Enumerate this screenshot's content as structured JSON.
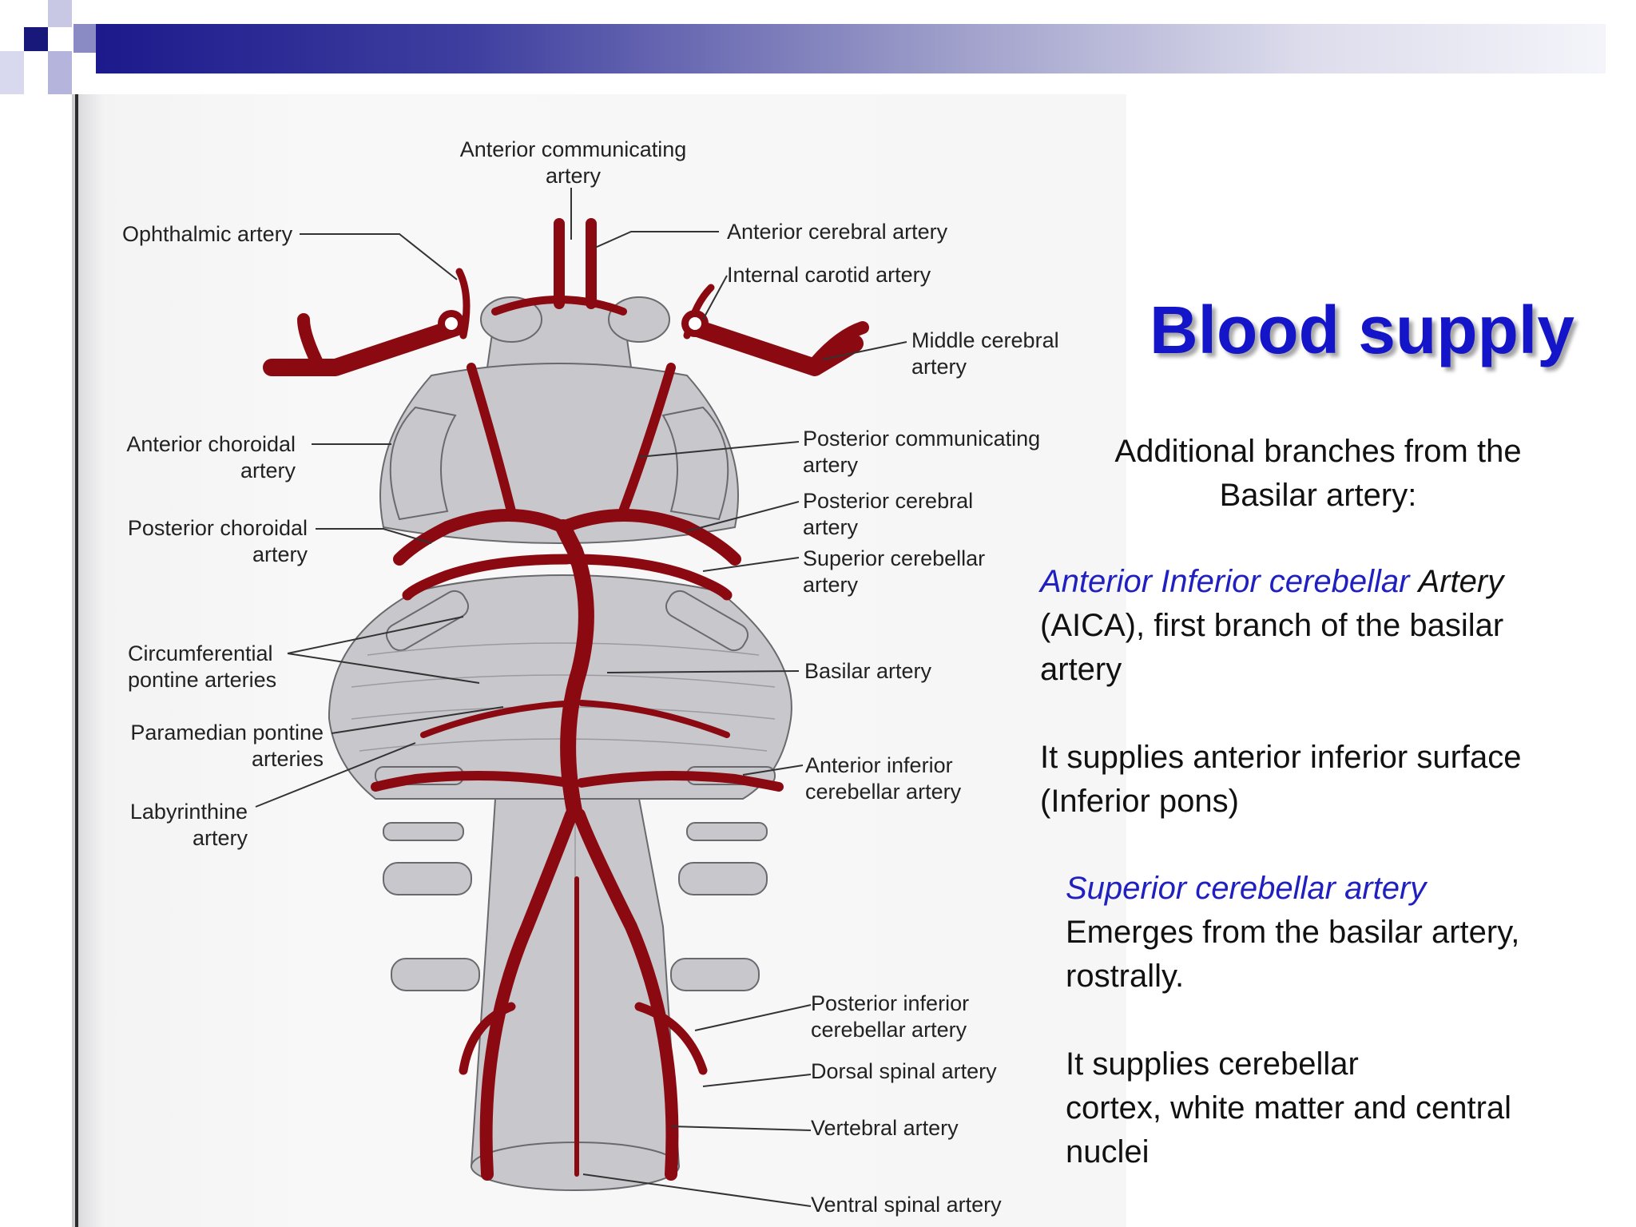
{
  "slide": {
    "title": "Blood supply",
    "intro_line1": "Additional branches from the",
    "intro_line2": "Basilar artery:",
    "aica_highlight": "Anterior Inferior cerebellar",
    "aica_word": "Artery",
    "aica_line2": "(AICA), first branch of the basilar",
    "aica_line3": "artery",
    "aica_supply_line1": "It supplies anterior inferior surface",
    "aica_supply_line2": "(Inferior pons)",
    "sca_highlight": "Superior cerebellar artery",
    "sca_line2": "Emerges from the basilar artery,",
    "sca_line3": "rostrally.",
    "sca_supply_line1": "It supplies cerebellar",
    "sca_supply_line2": "cortex, white matter and central",
    "sca_supply_line3": "nuclei"
  },
  "labels": {
    "acomm_1": "Anterior communicating",
    "acomm_2": "artery",
    "ophthalmic": "Ophthalmic artery",
    "aca": "Anterior cerebral artery",
    "ica": "Internal carotid artery",
    "mca_1": "Middle cerebral",
    "mca_2": "artery",
    "ant_chor_1": "Anterior choroidal",
    "ant_chor_2": "artery",
    "pcomm_1": "Posterior communicating",
    "pcomm_2": "artery",
    "post_chor_1": "Posterior choroidal",
    "post_chor_2": "artery",
    "pca_1": "Posterior cerebral",
    "pca_2": "artery",
    "sca_1": "Superior cerebellar",
    "sca_2": "artery",
    "circ_1": "Circumferential",
    "circ_2": "pontine arteries",
    "basilar": "Basilar artery",
    "paramed_1": "Paramedian pontine",
    "paramed_2": "arteries",
    "aica_1": "Anterior inferior",
    "aica_2": "cerebellar artery",
    "labyr_1": "Labyrinthine",
    "labyr_2": "artery",
    "pica_1": "Posterior inferior",
    "pica_2": "cerebellar artery",
    "dorsal_spinal": "Dorsal spinal artery",
    "vertebral": "Vertebral artery",
    "ventral_spinal": "Ventral spinal artery"
  },
  "colors": {
    "artery": "#8b0a12",
    "brain": "#c8c8cc",
    "title": "#1414c8",
    "highlight": "#2020c0"
  }
}
